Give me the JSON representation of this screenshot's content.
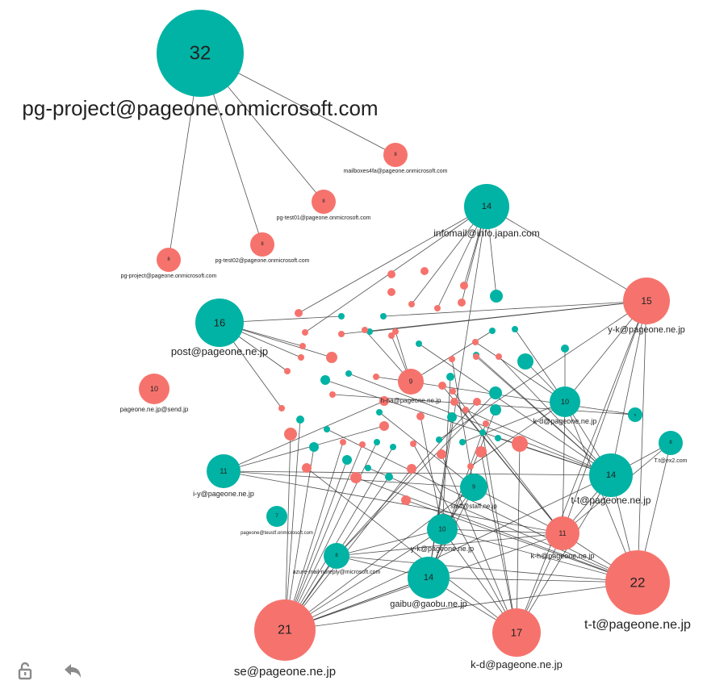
{
  "colors": {
    "teal": "#00B3A4",
    "salmon": "#F6736D"
  },
  "toolbar": {
    "icons": [
      "lock-icon",
      "undo-icon"
    ]
  },
  "nodes": [
    {
      "id": "pgproj",
      "value": "32",
      "label": "pg-project@pageone.onmicrosoft.com",
      "color": "teal"
    },
    {
      "id": "mb4fa",
      "value": "8",
      "label": "mailboxes4fa@pageone.onmicrosoft.com",
      "color": "salmon"
    },
    {
      "id": "pgt01",
      "value": "8",
      "label": "pg-test01@pageone.onmicrosoft.com",
      "color": "salmon"
    },
    {
      "id": "pgt02",
      "value": "8",
      "label": "pg-test02@pageone.onmicrosoft.com",
      "color": "salmon"
    },
    {
      "id": "pgproj2",
      "value": "8",
      "label": "pg-project@pageone.onmicrosoft.com",
      "color": "salmon"
    },
    {
      "id": "info",
      "value": "14",
      "label": "infomail@info.japan.com",
      "color": "teal"
    },
    {
      "id": "post",
      "value": "16",
      "label": "post@pageone.ne.jp",
      "color": "teal"
    },
    {
      "id": "send",
      "value": "10",
      "label": "pageone.ne.jp@send.jp",
      "color": "salmon"
    },
    {
      "id": "yk15",
      "value": "15",
      "label": "y-k@pageone.ne.jp",
      "color": "salmon"
    },
    {
      "id": "hna",
      "value": "9",
      "label": "h-na@pageone.ne.jp",
      "color": "salmon"
    },
    {
      "id": "kd10",
      "value": "10",
      "label": "k-d@pageone.ne.jp",
      "color": "teal"
    },
    {
      "id": "small8",
      "value": "8",
      "label": "",
      "color": "teal"
    },
    {
      "id": "tt8",
      "value": "8",
      "label": "T.t@ex2.com",
      "color": "teal"
    },
    {
      "id": "iy",
      "value": "11",
      "label": "i-y@pageone.ne.jp",
      "color": "teal"
    },
    {
      "id": "tt14",
      "value": "14",
      "label": "t-t@pageone.ne.jp",
      "color": "teal"
    },
    {
      "id": "staff",
      "value": "9",
      "label": "staff@staff.ne.jp",
      "color": "teal"
    },
    {
      "id": "teustf",
      "value": "7",
      "label": "pageone@teustf.onmicrosoft.com",
      "color": "teal"
    },
    {
      "id": "yk10",
      "value": "10",
      "label": "y-k@pageone.ne.jp",
      "color": "teal"
    },
    {
      "id": "kh",
      "value": "11",
      "label": "k-h@pageone.ne.jp",
      "color": "salmon"
    },
    {
      "id": "azure",
      "value": "8",
      "label": "azure-mail-noreply@microsoft.com",
      "color": "teal"
    },
    {
      "id": "gaibu",
      "value": "14",
      "label": "gaibu@gaobu.ne.jp",
      "color": "teal"
    },
    {
      "id": "tt22",
      "value": "22",
      "label": "t-t@pageone.ne.jp",
      "color": "salmon"
    },
    {
      "id": "se",
      "value": "21",
      "label": "se@pageone.ne.jp",
      "color": "salmon"
    },
    {
      "id": "kd17",
      "value": "17",
      "label": "k-d@pageone.ne.jp",
      "color": "salmon"
    }
  ],
  "dots": [
    {
      "color": "salmon"
    },
    {
      "color": "salmon"
    },
    {
      "color": "salmon"
    },
    {
      "color": "salmon"
    },
    {
      "color": "salmon"
    },
    {
      "color": "salmon"
    },
    {
      "color": "salmon"
    },
    {
      "color": "teal"
    },
    {
      "color": "salmon"
    },
    {
      "color": "salmon"
    },
    {
      "color": "salmon"
    },
    {
      "color": "salmon"
    },
    {
      "color": "salmon"
    },
    {
      "color": "salmon"
    },
    {
      "color": "salmon"
    },
    {
      "color": "teal"
    },
    {
      "color": "teal"
    },
    {
      "color": "teal"
    },
    {
      "color": "salmon"
    },
    {
      "color": "salmon"
    },
    {
      "color": "salmon"
    },
    {
      "color": "salmon"
    },
    {
      "color": "teal"
    },
    {
      "color": "teal"
    },
    {
      "color": "teal"
    },
    {
      "color": "teal"
    },
    {
      "color": "salmon"
    },
    {
      "color": "teal"
    },
    {
      "color": "teal"
    },
    {
      "color": "salmon"
    },
    {
      "color": "salmon"
    },
    {
      "color": "teal"
    },
    {
      "color": "teal"
    },
    {
      "color": "salmon"
    },
    {
      "color": "salmon"
    },
    {
      "color": "salmon"
    },
    {
      "color": "salmon"
    },
    {
      "color": "teal"
    },
    {
      "color": "salmon"
    },
    {
      "color": "teal"
    },
    {
      "color": "salmon"
    },
    {
      "color": "salmon"
    },
    {
      "color": "salmon"
    },
    {
      "color": "salmon"
    },
    {
      "color": "teal"
    },
    {
      "color": "salmon"
    },
    {
      "color": "teal"
    },
    {
      "color": "teal"
    },
    {
      "color": "salmon"
    },
    {
      "color": "teal"
    },
    {
      "color": "salmon"
    },
    {
      "color": "teal"
    },
    {
      "color": "salmon"
    },
    {
      "color": "teal"
    },
    {
      "color": "salmon"
    },
    {
      "color": "teal"
    },
    {
      "color": "teal"
    },
    {
      "color": "teal"
    },
    {
      "color": "salmon"
    },
    {
      "color": "salmon"
    },
    {
      "color": "salmon"
    },
    {
      "color": "salmon"
    },
    {
      "color": "salmon"
    },
    {
      "color": "teal"
    },
    {
      "color": "salmon"
    },
    {
      "color": "salmon"
    },
    {
      "color": "salmon"
    },
    {
      "color": "teal"
    },
    {
      "color": "teal"
    },
    {
      "color": "salmon"
    },
    {
      "color": "teal"
    },
    {
      "color": "teal"
    },
    {
      "color": "salmon"
    },
    {
      "color": "teal"
    }
  ],
  "edges": [
    [
      "pgproj",
      "mb4fa"
    ],
    [
      "pgproj",
      "pgt01"
    ],
    [
      "pgproj",
      "pgt02"
    ],
    [
      "pgproj",
      "pgproj2"
    ],
    [
      "info",
      "yk15"
    ],
    [
      "info",
      "gaibu"
    ],
    [
      "info",
      "d3"
    ],
    [
      "info",
      "d4"
    ],
    [
      "info",
      "d5"
    ],
    [
      "info",
      "d6"
    ],
    [
      "info",
      "d7"
    ],
    [
      "info",
      "d8"
    ],
    [
      "info",
      "d9"
    ],
    [
      "post",
      "d10"
    ],
    [
      "post",
      "d11"
    ],
    [
      "post",
      "d12"
    ],
    [
      "post",
      "d13"
    ],
    [
      "post",
      "d14"
    ],
    [
      "post",
      "d15"
    ],
    [
      "yk15",
      "kd10"
    ],
    [
      "yk15",
      "tt14"
    ],
    [
      "yk15",
      "tt22"
    ],
    [
      "yk15",
      "kd17"
    ],
    [
      "yk15",
      "d16"
    ],
    [
      "yk15",
      "d17"
    ],
    [
      "yk15",
      "d18"
    ],
    [
      "yk15",
      "kh"
    ],
    [
      "hna",
      "d19"
    ],
    [
      "hna",
      "d20"
    ],
    [
      "hna",
      "d21"
    ],
    [
      "hna",
      "d22"
    ],
    [
      "kd10",
      "d23"
    ],
    [
      "kd10",
      "d24"
    ],
    [
      "kd10",
      "d25"
    ],
    [
      "kd10",
      "tt14"
    ],
    [
      "kd10",
      "kh"
    ],
    [
      "kd10",
      "d26"
    ],
    [
      "tt14",
      "d27"
    ],
    [
      "tt14",
      "d28"
    ],
    [
      "tt14",
      "d29"
    ],
    [
      "tt14",
      "d30"
    ],
    [
      "tt14",
      "d31"
    ],
    [
      "tt14",
      "tt22"
    ],
    [
      "tt14",
      "kh"
    ],
    [
      "tt14",
      "d32"
    ],
    [
      "small8",
      "d33"
    ],
    [
      "small8",
      "d34"
    ],
    [
      "tt8",
      "tt14"
    ],
    [
      "tt8",
      "kh"
    ],
    [
      "tt8",
      "tt22"
    ],
    [
      "iy",
      "d35"
    ],
    [
      "iy",
      "d36"
    ],
    [
      "iy",
      "kh"
    ],
    [
      "iy",
      "staff"
    ],
    [
      "iy",
      "tt14"
    ],
    [
      "staff",
      "d37"
    ],
    [
      "staff",
      "d38"
    ],
    [
      "staff",
      "yk10"
    ],
    [
      "staff",
      "gaibu"
    ],
    [
      "staff",
      "kh"
    ],
    [
      "yk10",
      "d39"
    ],
    [
      "yk10",
      "d40"
    ],
    [
      "yk10",
      "kh"
    ],
    [
      "yk10",
      "tt22"
    ],
    [
      "yk10",
      "azure"
    ],
    [
      "yk10",
      "kd17"
    ],
    [
      "kh",
      "d41"
    ],
    [
      "kh",
      "d42"
    ],
    [
      "kh",
      "d43"
    ],
    [
      "kh",
      "tt22"
    ],
    [
      "kh",
      "kd17"
    ],
    [
      "azure",
      "d44"
    ],
    [
      "azure",
      "d45"
    ],
    [
      "azure",
      "gaibu"
    ],
    [
      "azure",
      "kh"
    ],
    [
      "azure",
      "tt22"
    ],
    [
      "gaibu",
      "d46"
    ],
    [
      "gaibu",
      "d47"
    ],
    [
      "gaibu",
      "d48"
    ],
    [
      "gaibu",
      "tt22"
    ],
    [
      "gaibu",
      "kd17"
    ],
    [
      "gaibu",
      "se"
    ],
    [
      "se",
      "d49"
    ],
    [
      "se",
      "d50"
    ],
    [
      "se",
      "d51"
    ],
    [
      "se",
      "d52"
    ],
    [
      "se",
      "d53"
    ],
    [
      "se",
      "d54"
    ],
    [
      "se",
      "d55"
    ],
    [
      "se",
      "d56"
    ],
    [
      "se",
      "d57"
    ],
    [
      "se",
      "d58"
    ],
    [
      "se",
      "yk10"
    ],
    [
      "se",
      "staff"
    ],
    [
      "se",
      "kh"
    ],
    [
      "se",
      "tt22"
    ],
    [
      "se",
      "tt14"
    ],
    [
      "se",
      "azure"
    ],
    [
      "se",
      "gaibu"
    ],
    [
      "kd17",
      "d59"
    ],
    [
      "kd17",
      "d60"
    ],
    [
      "kd17",
      "d61"
    ],
    [
      "kd17",
      "d62"
    ],
    [
      "kd17",
      "d63"
    ],
    [
      "kd17",
      "d64"
    ],
    [
      "kd17",
      "tt14"
    ],
    [
      "tt22",
      "d65"
    ],
    [
      "tt22",
      "d66"
    ],
    [
      "tt22",
      "d67"
    ],
    [
      "tt22",
      "d68"
    ],
    [
      "tt22",
      "kd10"
    ],
    [
      "kd10",
      "d69"
    ],
    [
      "kd10",
      "d70"
    ],
    [
      "tt14",
      "d71"
    ],
    [
      "tt14",
      "d72"
    ],
    [
      "yk15",
      "d73"
    ]
  ]
}
